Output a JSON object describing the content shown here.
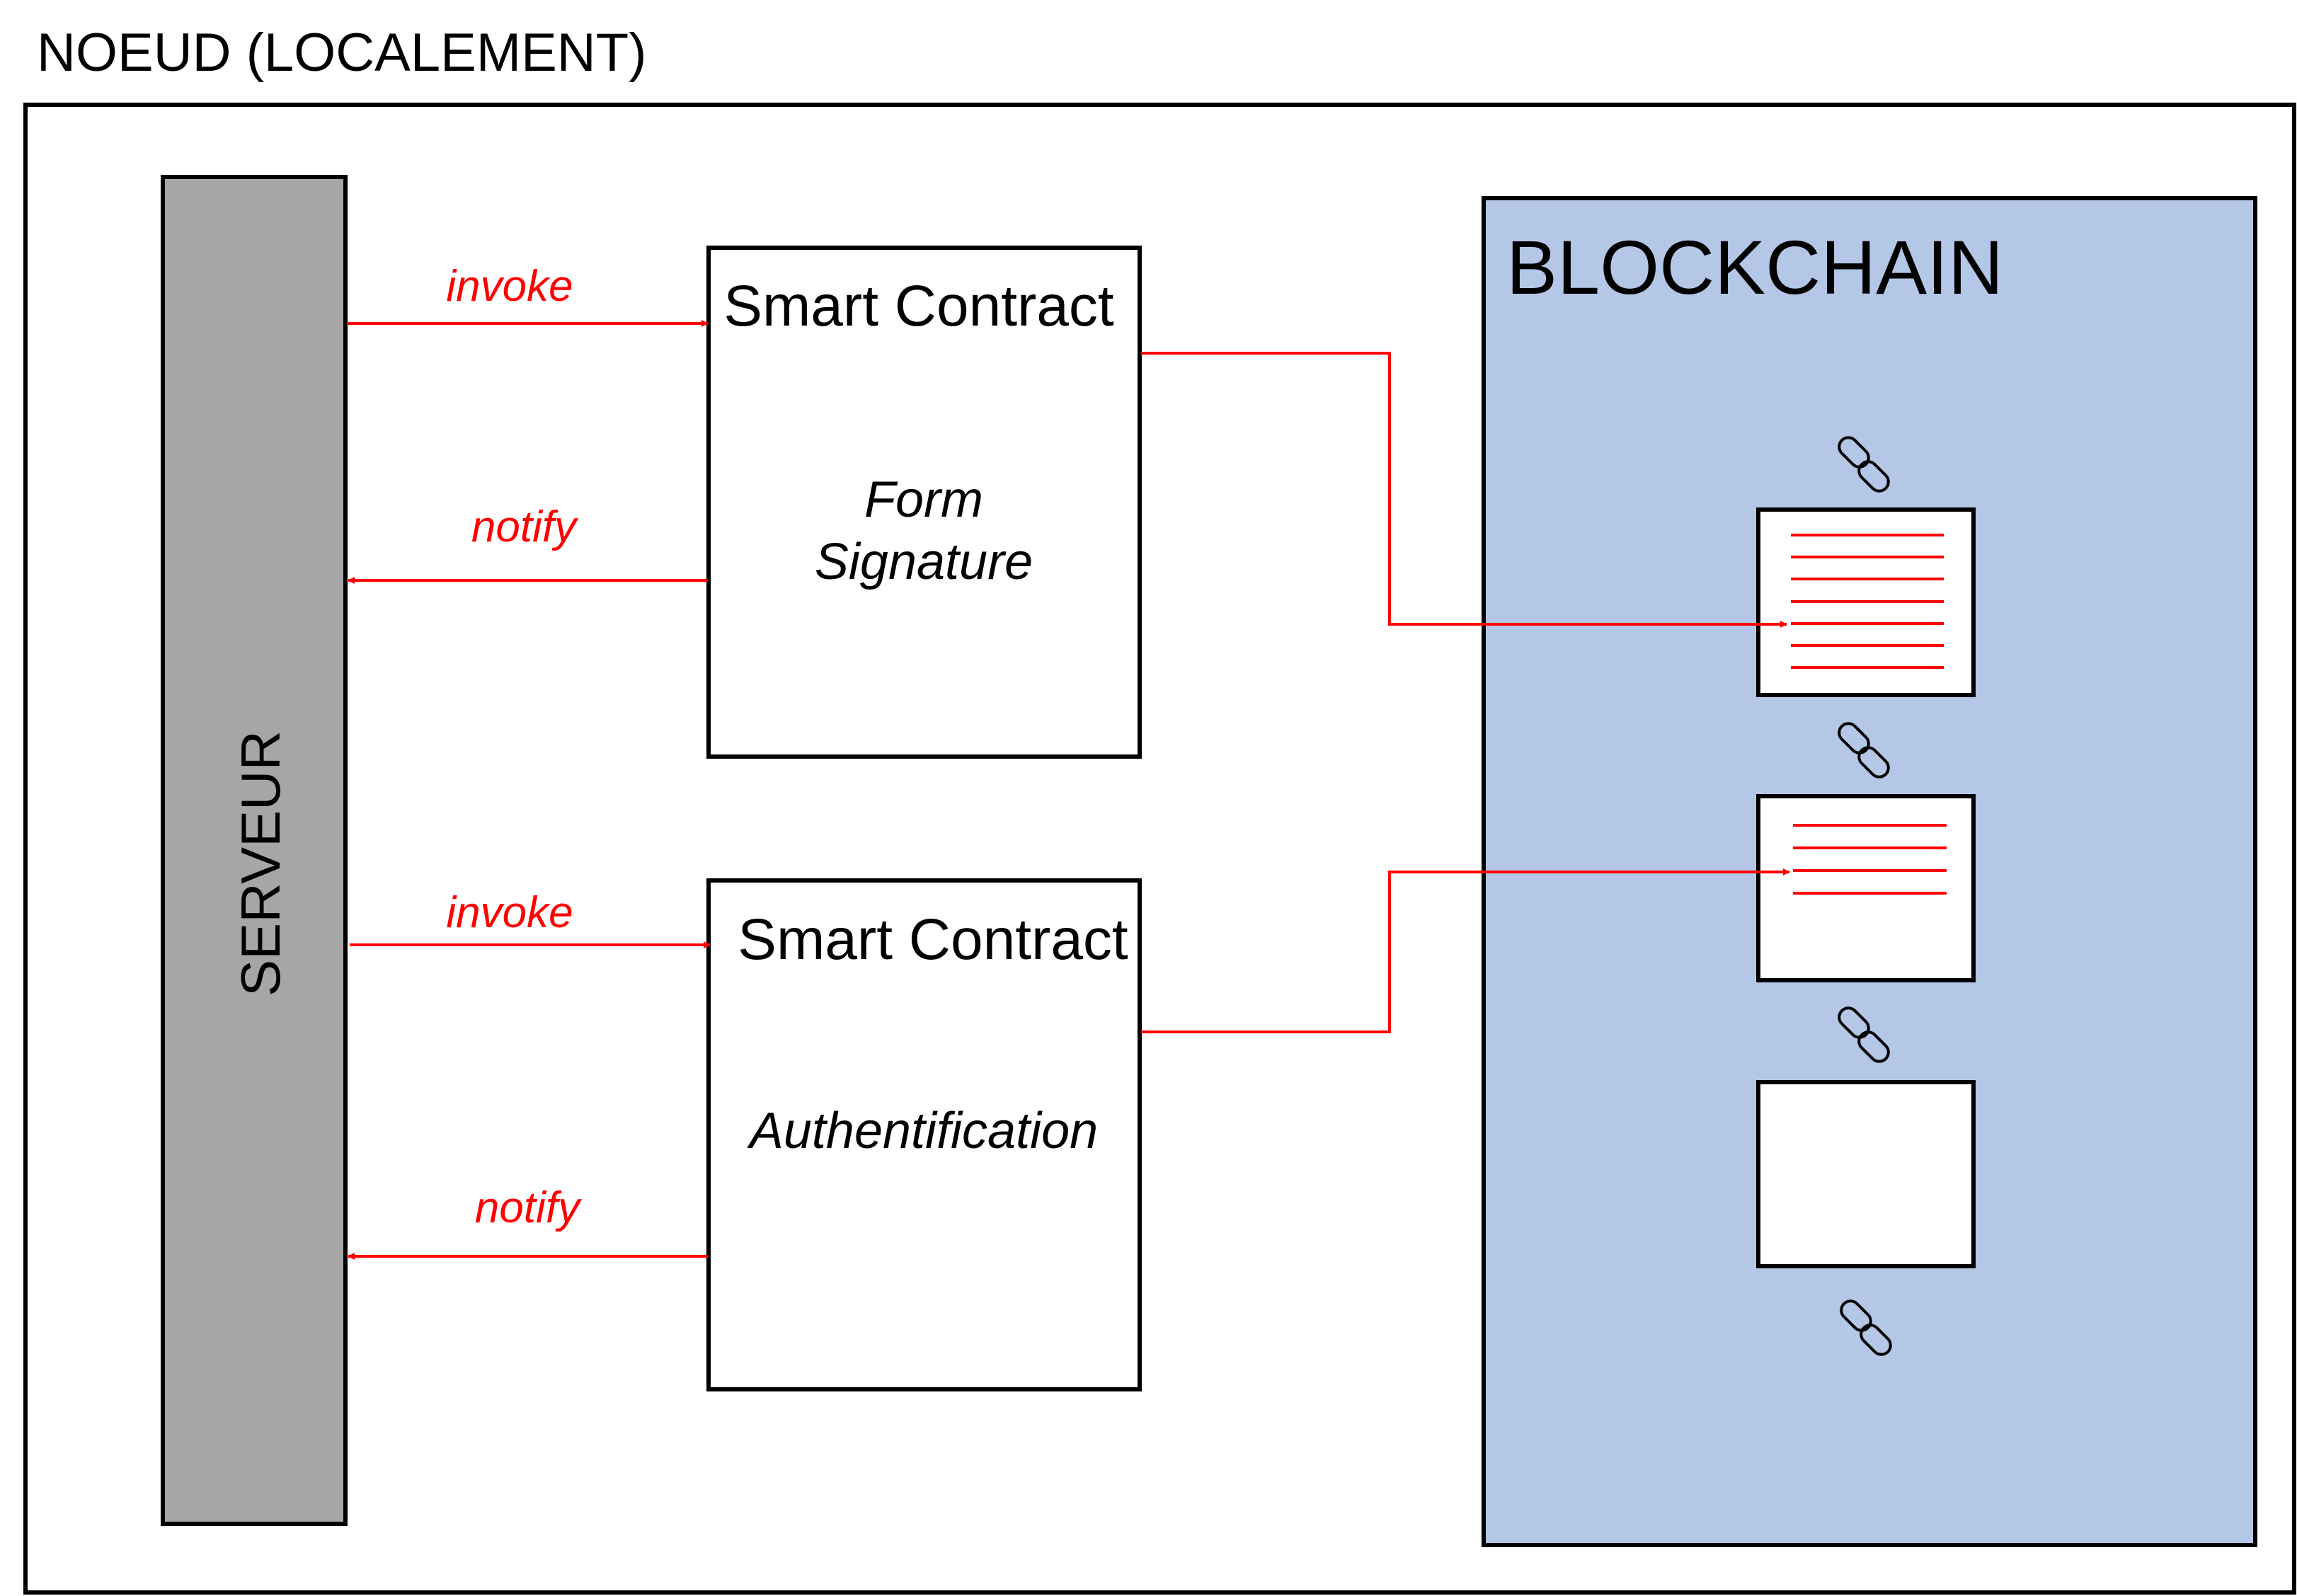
{
  "node": {
    "title": "NOEUD (LOCALEMENT)"
  },
  "server": {
    "label": "SERVEUR"
  },
  "contracts": [
    {
      "title": "Smart Contract",
      "lines": [
        "Form",
        "Signature"
      ]
    },
    {
      "title": "Smart Contract",
      "lines": [
        "Authentification"
      ]
    }
  ],
  "arrows": {
    "invoke": "invoke",
    "notify": "notify"
  },
  "blockchain": {
    "title": "BLOCKCHAIN",
    "blocks": [
      {
        "data_lines": 7
      },
      {
        "data_lines": 4
      },
      {
        "data_lines": 0
      }
    ],
    "link_icon": "chain-link-icon"
  },
  "colors": {
    "server_fill": "#a6a6a6",
    "blockchain_fill": "#b4c7e7",
    "accent": "#ff0000",
    "stroke": "#000000"
  }
}
